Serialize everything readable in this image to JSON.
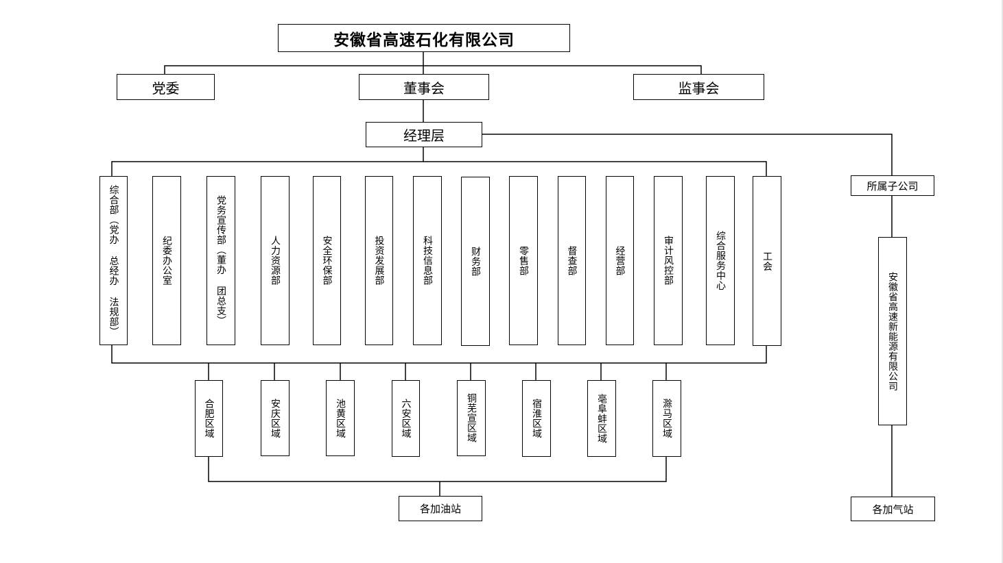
{
  "company": "安徽省高速石化有限公司",
  "top_nodes": {
    "party": "党委",
    "board": "董事会",
    "supervisory": "监事会"
  },
  "management": "经理层",
  "departments": [
    "综合部（党办 总经办 法规部）",
    "纪委办公室",
    "党务宣传部（董办 团总支）",
    "人力资源部",
    "安全环保部",
    "投资发展部",
    "科技信息部",
    "财务部",
    "零售部",
    "督查部",
    "经营部",
    "审计风控部",
    "综合服务中心",
    "工会"
  ],
  "regions": [
    "合肥区域",
    "安庆区域",
    "池黄区域",
    "六安区域",
    "铜芜宣区域",
    "宿淮区域",
    "亳阜蚌区域",
    "滁马区域"
  ],
  "stations": "各加油站",
  "subsidiaries": {
    "label": "所属子公司",
    "company": "安徽省高速新能源有限公司",
    "stations": "各加气站"
  }
}
